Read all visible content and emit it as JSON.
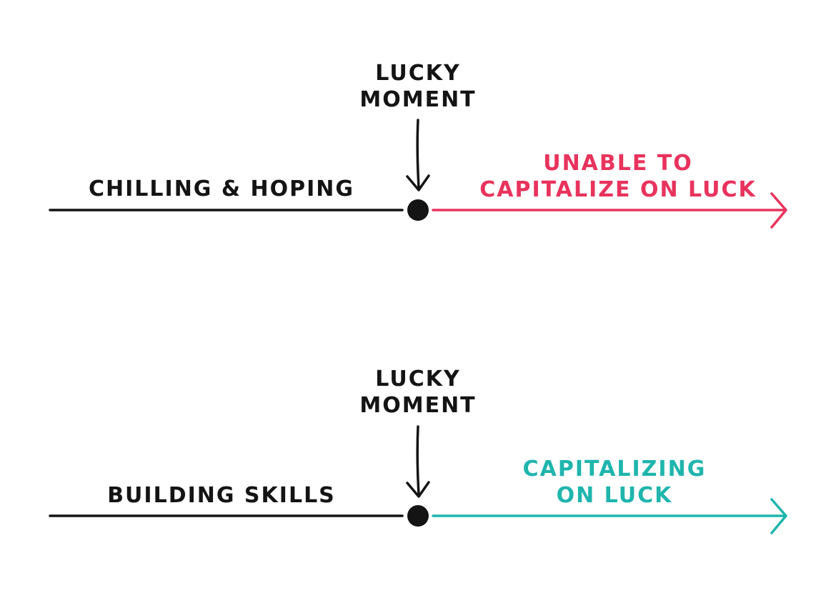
{
  "timelines": [
    {
      "id": "top",
      "lucky_lines": [
        "LUCKY",
        "MOMENT"
      ],
      "before_label": "CHILLING & HOPING",
      "after_lines": [
        "UNABLE TO",
        "CAPITALIZE ON LUCK"
      ],
      "after_color": "#e8335d"
    },
    {
      "id": "bottom",
      "lucky_lines": [
        "LUCKY",
        "MOMENT"
      ],
      "before_label": "BUILDING SKILLS",
      "after_lines": [
        "CAPITALIZING",
        "ON LUCK"
      ],
      "after_color": "#1fb5ad"
    }
  ],
  "colors": {
    "ink": "#141414",
    "background": "#ffffff"
  }
}
